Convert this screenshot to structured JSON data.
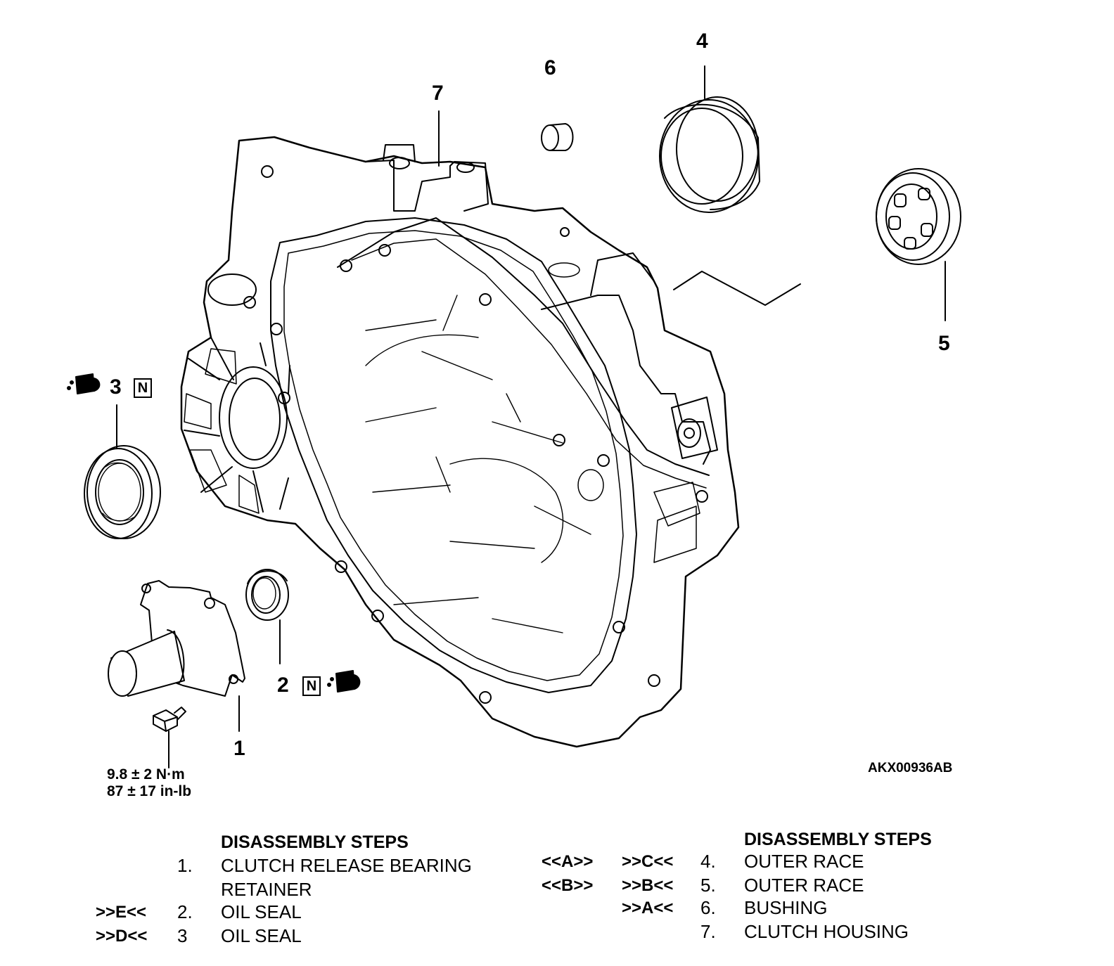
{
  "figure": {
    "code": "AKX00936AB",
    "callouts": {
      "c1": "1",
      "c2": "2",
      "c3": "3",
      "c4": "4",
      "c5": "5",
      "c6": "6",
      "c7": "7"
    },
    "torque": {
      "metric": "9.8 ± 2 N·m",
      "imperial": "87 ± 17 in-lb"
    },
    "icons": {
      "new_part": "N",
      "grease": "grease-apply-icon"
    }
  },
  "steps_left": {
    "heading": "DISASSEMBLY STEPS",
    "items": [
      {
        "ref": "",
        "num": "1.",
        "line1": "CLUTCH RELEASE BEARING",
        "line2": "RETAINER"
      },
      {
        "ref": ">>E<<",
        "num": "2.",
        "line1": "OIL SEAL"
      },
      {
        "ref": ">>D<<",
        "num": "3",
        "line1": "OIL SEAL"
      }
    ]
  },
  "steps_right": {
    "heading": "DISASSEMBLY STEPS",
    "items": [
      {
        "ref1": "<<A>>",
        "ref2": ">>C<<",
        "num": "4.",
        "line1": "OUTER RACE"
      },
      {
        "ref1": "<<B>>",
        "ref2": ">>B<<",
        "num": "5.",
        "line1": "OUTER RACE"
      },
      {
        "ref1": "",
        "ref2": ">>A<<",
        "num": "6.",
        "line1": "BUSHING"
      },
      {
        "ref1": "",
        "ref2": "",
        "num": "7.",
        "line1": "CLUTCH HOUSING"
      }
    ]
  }
}
